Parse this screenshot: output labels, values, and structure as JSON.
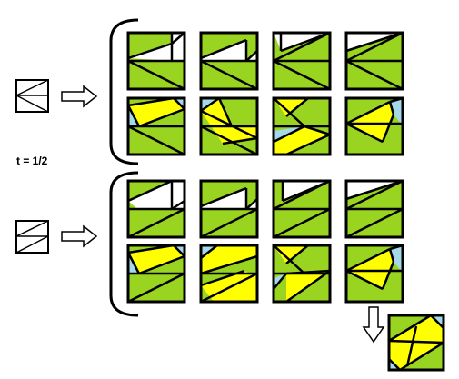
{
  "colors": {
    "green": "#99d420",
    "yellow": "#ffff00",
    "blue": "#a5d9ea",
    "white": "#ffffff",
    "stroke": "#000000"
  },
  "parameter_label": "t = 1/2",
  "group_count": 2,
  "tiles_per_group": 8,
  "result_tile_count": 1,
  "icons": [
    "source-square-icon",
    "right-arrow-icon",
    "curly-brace-icon",
    "down-arrow-icon"
  ]
}
